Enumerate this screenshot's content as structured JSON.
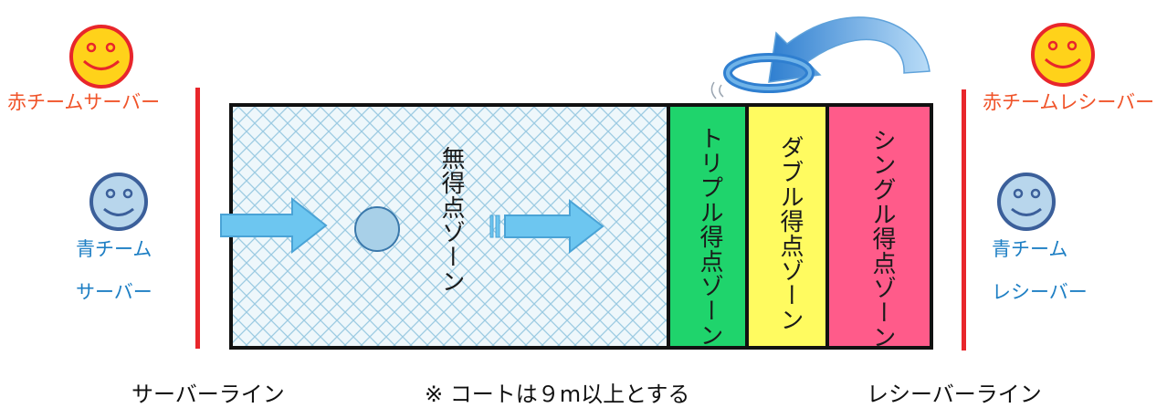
{
  "labels": {
    "red_server": "赤チームサーバー",
    "red_receiver": "赤チームレシーバー",
    "blue_server_line1": "青チーム",
    "blue_server_line2": "サーバー",
    "blue_receiver_line1": "青チーム",
    "blue_receiver_line2": "レシーバー",
    "server_line": "サーバーライン",
    "court_note": "※ コートは９m以上とする",
    "receiver_line": "レシーバーライン"
  },
  "zones": {
    "none": "無得点ゾーン",
    "triple": "トリプル得点ゾーン",
    "double": "ダブル得点ゾーン",
    "single": "シングル得点ゾーン"
  },
  "colors": {
    "line_red": "#e8262b",
    "face_red_fill": "#ffd21a",
    "face_red_stroke": "#e8262b",
    "face_blue_fill": "#b8d6ec",
    "face_blue_stroke": "#3b5f9a",
    "hatch_bg": "#eef7fb",
    "hatch_line": "#9ccbe2",
    "triple_zone": "#1fd46c",
    "double_zone": "#fffb60",
    "single_zone": "#ff5b8a",
    "arrow_fill": "#6dc6f0",
    "arrow_stroke": "#4aa3d6",
    "ball_fill": "#a8d0e8",
    "ball_stroke": "#3a78ab"
  },
  "icons": {
    "red_face": "smiley-face-icon",
    "blue_face": "smiley-face-icon",
    "ring": "ring-icon",
    "curved_arrow": "curved-arrow-icon"
  }
}
